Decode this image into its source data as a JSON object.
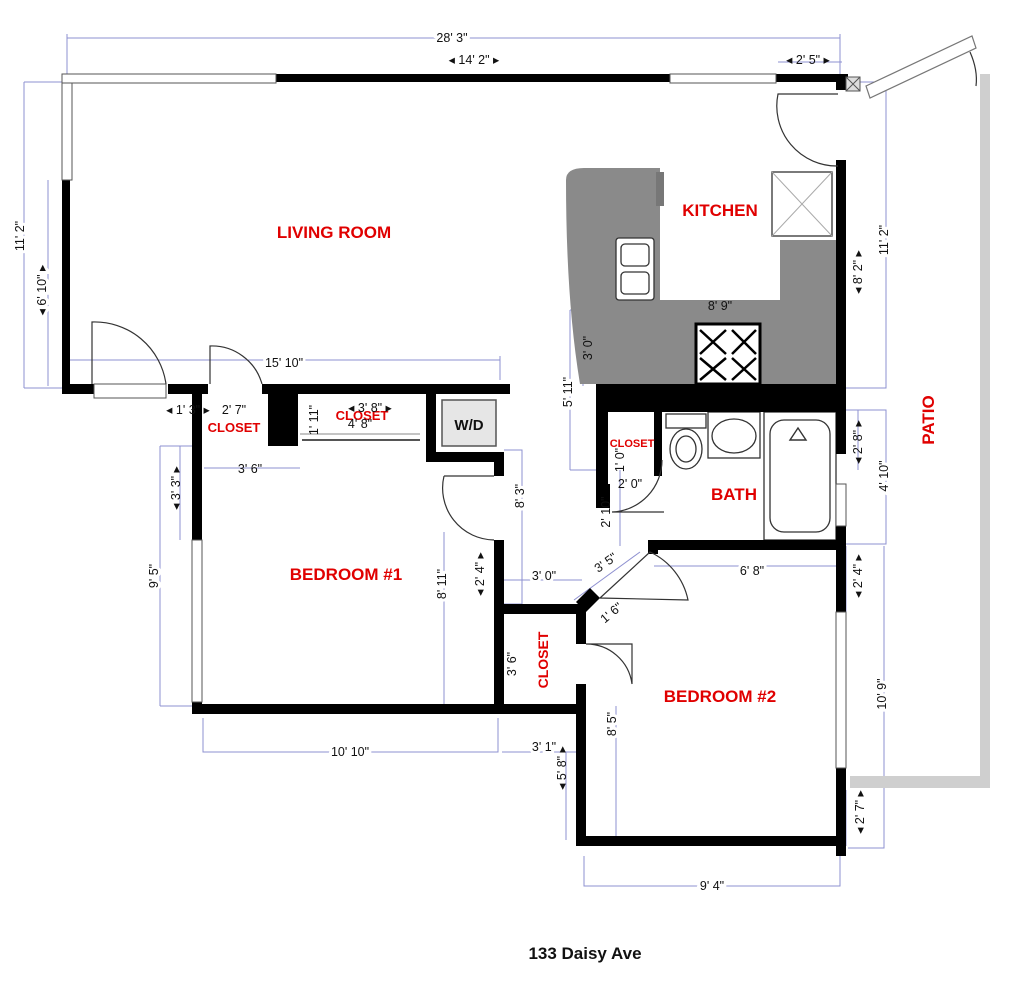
{
  "address": "133 Daisy Ave",
  "rooms": {
    "living_room": "LIVING ROOM",
    "kitchen": "KITCHEN",
    "bedroom1": "BEDROOM #1",
    "bedroom2": "BEDROOM #2",
    "bath": "BATH",
    "patio": "PATIO",
    "wd": "W/D",
    "closet_hall": "CLOSET",
    "closet_bed1": "CLOSET",
    "closet_bath": "CLOSET",
    "closet_bed2": "CLOSET"
  },
  "dimensions": {
    "overall_width": "28' 3\"",
    "living_window": "◂ 14' 2\" ▸",
    "entry_window": "◂ 2' 5\" ▸",
    "living_height": "11' 2\"",
    "living_side_window": "◂ 6' 10\" ▸",
    "living_width": "15' 10\"",
    "entry_side_height": "11' 2\"",
    "kitchen_side": "◂ 8' 2\" ▸",
    "kitchen_width": "8' 9\"",
    "kitchen_depth": "3' 0\"",
    "kitchen_bath_height": "5' 11\"",
    "hall_closet_width": "◂ 1' 3\" ▸",
    "hall_closet_2": "2' 7\"",
    "closet_bar_1": "1' 11\"",
    "closet_bar_2": "◂ 3' 8\" ▸",
    "closet_bar_3": "4' 8\"",
    "bed1_window_offset": "3' 6\"",
    "bed1_window": "◂ 3' 3\" ▸",
    "bed1_height": "9' 5\"",
    "hall_height": "8' 3\"",
    "bed1_inner_height": "8' 11\"",
    "bed1_door": "◂ 2' 4\" ▸",
    "hall_width": "3' 0\"",
    "bed1_width": "10' 10\"",
    "closet2_height": "3' 6\"",
    "closet2_width": "3' 1\"",
    "bed2_side": "◂ 5' 8\" ▸",
    "bed2_height": "8' 5\"",
    "bed2_width": "9' 4\"",
    "bath_closet_1": "1' 0\"",
    "bath_closet_2": "2' 0\"",
    "bath_closet_3": "2' 10\"",
    "bath_door": "◂ 2' 8\" ▸",
    "bath_height": "4' 10\"",
    "diag_hall": "3' 5\"",
    "bed2_door": "1' 6\"",
    "bed2_upper_width": "6' 8\"",
    "bed2_window_top": "◂ 2' 4\" ▸",
    "bed2_right_height": "10' 9\"",
    "bed2_window_bottom": "◂ 2' 7\" ▸"
  }
}
